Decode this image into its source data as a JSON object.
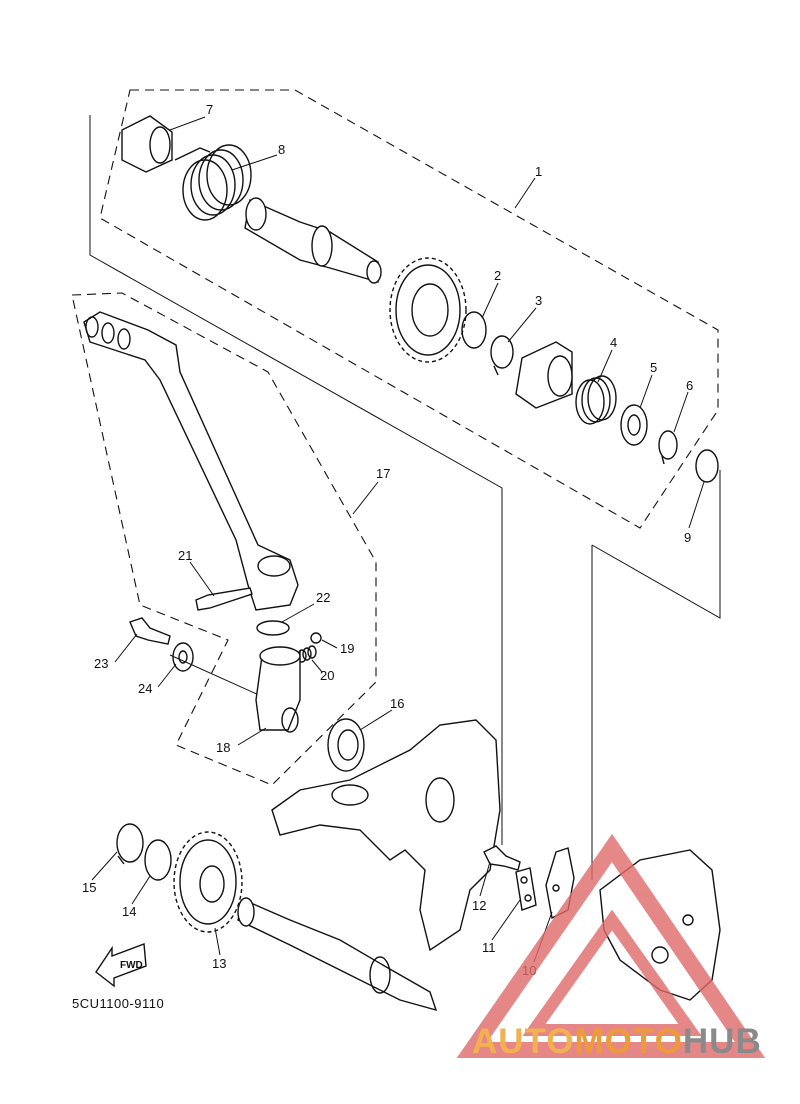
{
  "diagram": {
    "code": "5CU1100-9110",
    "fwd_label": "FWD",
    "callouts": [
      "1",
      "2",
      "3",
      "4",
      "5",
      "6",
      "7",
      "8",
      "9",
      "10",
      "11",
      "12",
      "13",
      "14",
      "15",
      "16",
      "17",
      "18",
      "19",
      "20",
      "21",
      "22",
      "23",
      "24"
    ]
  },
  "watermark": {
    "part1": "AUTO",
    "part2": "MOTO",
    "part3": "HUB",
    "colors": {
      "orange_light": "#f2b04e",
      "orange": "#ec9a3a",
      "gray": "#8a8a8a",
      "triangle": "#e06a6a"
    }
  }
}
